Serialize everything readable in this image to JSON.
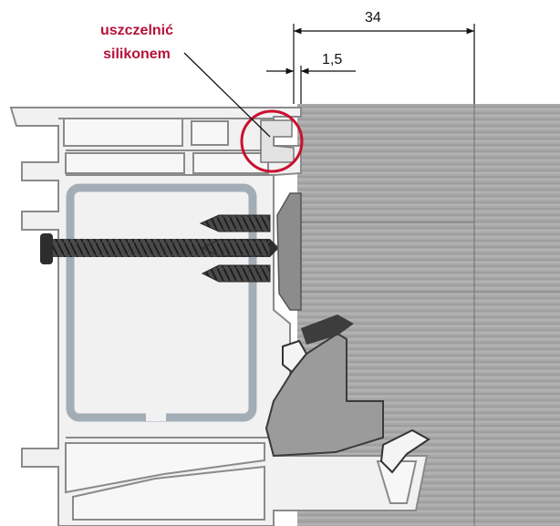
{
  "annotation": {
    "line1": "uszczelnić",
    "line2": "silikonem"
  },
  "dimensions": {
    "total_width": "34",
    "gap": "1,5"
  },
  "colors": {
    "annotation_red": "#b5123a",
    "profile_fill": "#f1f1f1",
    "profile_stroke": "#8a8a8a",
    "panel_gray": "#a9a9a9",
    "screw_dark": "#3a3a3a",
    "dimension_line": "#111111"
  },
  "icons": [
    "screw-icon",
    "anchor-plug-icon",
    "highlight-circle-icon",
    "dimension-arrow-icon"
  ]
}
